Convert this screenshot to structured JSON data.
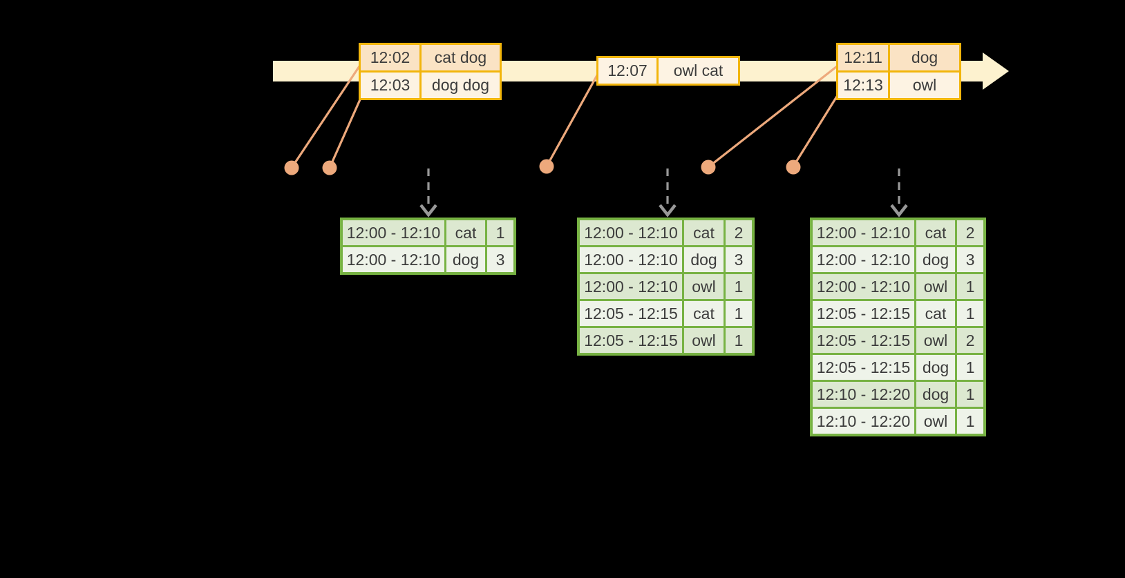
{
  "colors": {
    "background": "#000000",
    "timeline_band": "#fdf2cf",
    "event_table_border": "#f2b50b",
    "event_row_dark": "#fae3c4",
    "event_row_light": "#fdf3e3",
    "event_dot": "#eda97c",
    "result_table_border": "#77b243",
    "result_row_dark": "#dce8d0",
    "result_row_light": "#eef3e9",
    "trigger_arrow": "#999999",
    "text": "#3c3c3c"
  },
  "icons": {
    "timeline_arrow": "right-arrow",
    "trigger_arrow": "dashed-down-arrow",
    "event_marker": "dot-with-leader-line"
  },
  "input_batches": [
    {
      "rows": [
        {
          "time": "12:02",
          "words": "cat dog",
          "shade": "dark"
        },
        {
          "time": "12:03",
          "words": "dog dog",
          "shade": "light"
        }
      ]
    },
    {
      "rows": [
        {
          "time": "12:07",
          "words": "owl cat",
          "shade": "light"
        }
      ]
    },
    {
      "rows": [
        {
          "time": "12:11",
          "words": "dog",
          "shade": "dark"
        },
        {
          "time": "12:13",
          "words": "owl",
          "shade": "light"
        }
      ]
    }
  ],
  "result_tables": [
    {
      "rows": [
        {
          "window": "12:00 - 12:10",
          "word": "cat",
          "count": "1"
        },
        {
          "window": "12:00 - 12:10",
          "word": "dog",
          "count": "3"
        }
      ]
    },
    {
      "rows": [
        {
          "window": "12:00 - 12:10",
          "word": "cat",
          "count": "2"
        },
        {
          "window": "12:00 - 12:10",
          "word": "dog",
          "count": "3"
        },
        {
          "window": "12:00 - 12:10",
          "word": "owl",
          "count": "1"
        },
        {
          "window": "12:05 - 12:15",
          "word": "cat",
          "count": "1"
        },
        {
          "window": "12:05 - 12:15",
          "word": "owl",
          "count": "1"
        }
      ]
    },
    {
      "rows": [
        {
          "window": "12:00 - 12:10",
          "word": "cat",
          "count": "2"
        },
        {
          "window": "12:00 - 12:10",
          "word": "dog",
          "count": "3"
        },
        {
          "window": "12:00 - 12:10",
          "word": "owl",
          "count": "1"
        },
        {
          "window": "12:05 - 12:15",
          "word": "cat",
          "count": "1"
        },
        {
          "window": "12:05 - 12:15",
          "word": "owl",
          "count": "2"
        },
        {
          "window": "12:05 - 12:15",
          "word": "dog",
          "count": "1"
        },
        {
          "window": "12:10 - 12:20",
          "word": "dog",
          "count": "1"
        },
        {
          "window": "12:10 - 12:20",
          "word": "owl",
          "count": "1"
        }
      ]
    }
  ]
}
